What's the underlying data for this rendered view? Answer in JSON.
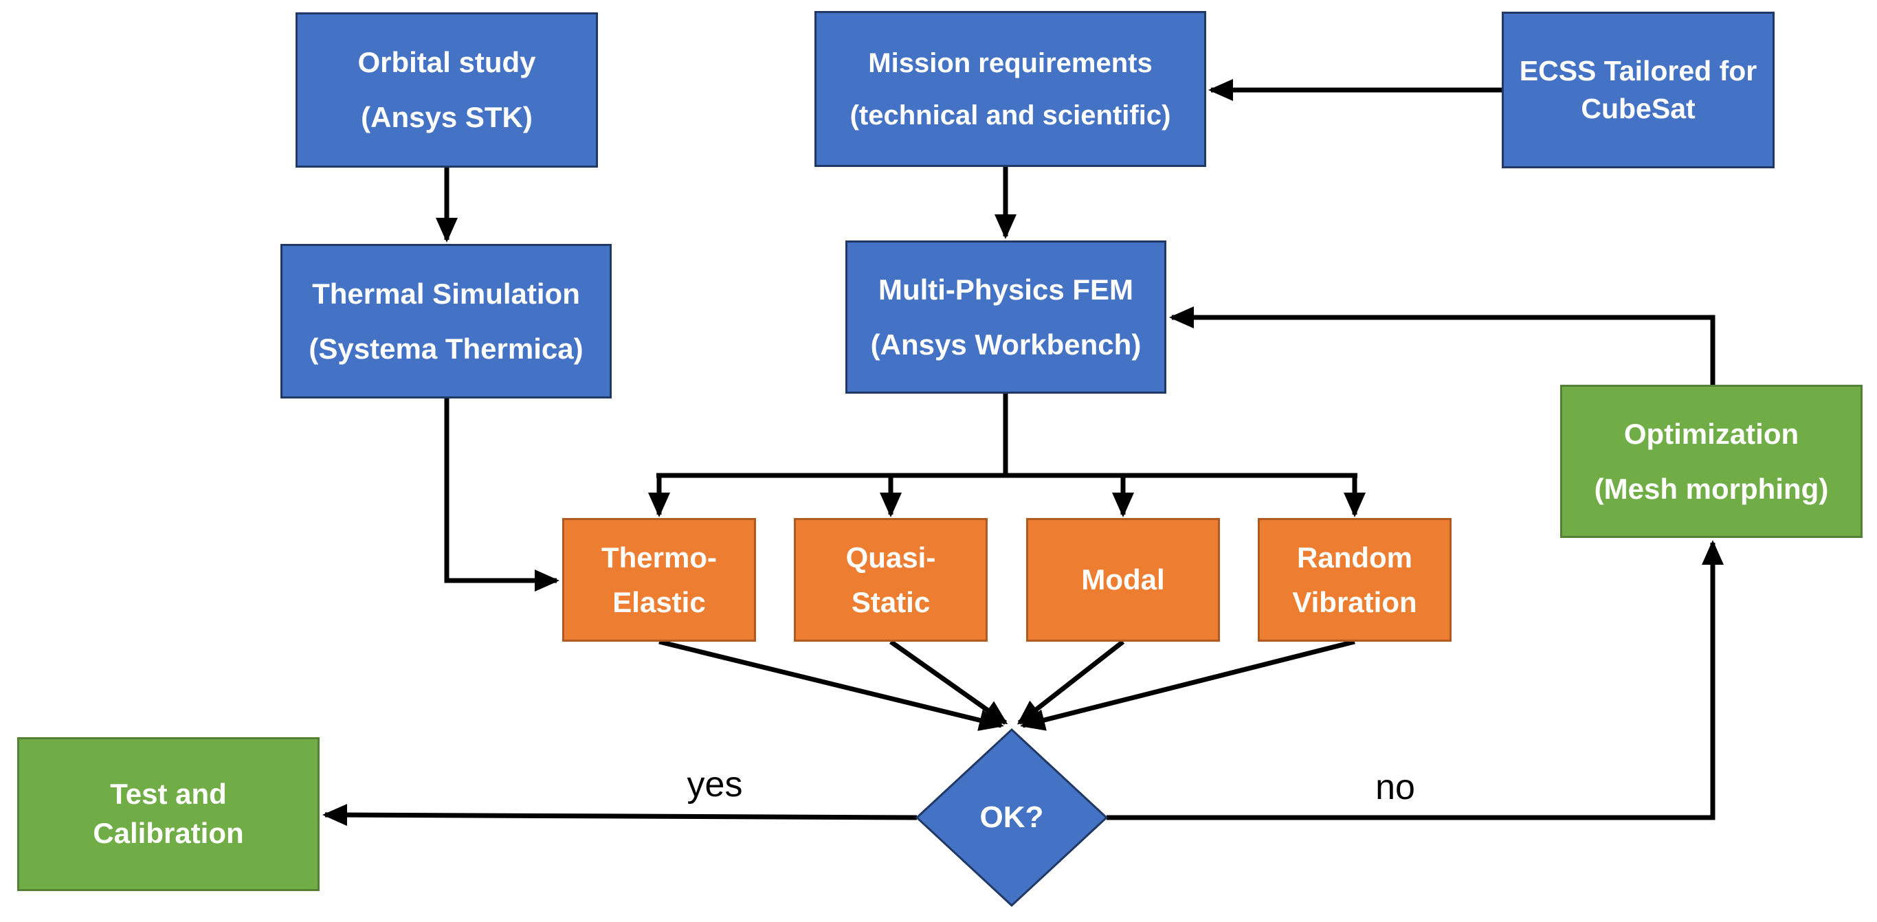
{
  "diagram_title": "CubeSat multi-physics simulation and optimization workflow flowchart",
  "colors": {
    "process_blue_fill": "#4472C4",
    "process_blue_border": "#203864",
    "analysis_orange_fill": "#ED7D31",
    "analysis_orange_border": "#AE5A21",
    "result_green_fill": "#70AD47",
    "result_green_border": "#538135",
    "connector_black": "#000000",
    "node_text_white": "#FFFFFF",
    "edge_label_black": "#000000",
    "background": "#FFFFFF"
  },
  "nodes": {
    "orbital_study": {
      "line1": "Orbital study",
      "line2": "(Ansys STK)",
      "shape": "rectangle",
      "color_role": "process_blue"
    },
    "mission_requirements": {
      "line1": "Mission requirements",
      "line2": "(technical and scientific)",
      "shape": "rectangle",
      "color_role": "process_blue"
    },
    "ecss": {
      "line1": "ECSS Tailored for",
      "line2": "CubeSat",
      "shape": "rectangle",
      "color_role": "process_blue"
    },
    "thermal_simulation": {
      "line1": "Thermal Simulation",
      "line2": "(Systema Thermica)",
      "shape": "rectangle",
      "color_role": "process_blue"
    },
    "multi_physics_fem": {
      "line1": "Multi-Physics FEM",
      "line2": "(Ansys Workbench)",
      "shape": "rectangle",
      "color_role": "process_blue"
    },
    "thermo_elastic": {
      "line1": "Thermo-",
      "line2": "Elastic",
      "shape": "rectangle",
      "color_role": "analysis_orange"
    },
    "quasi_static": {
      "line1": "Quasi-",
      "line2": "Static",
      "shape": "rectangle",
      "color_role": "analysis_orange"
    },
    "modal": {
      "line1": "Modal",
      "shape": "rectangle",
      "color_role": "analysis_orange"
    },
    "random_vibration": {
      "line1": "Random",
      "line2": "Vibration",
      "shape": "rectangle",
      "color_role": "analysis_orange"
    },
    "optimization": {
      "line1": "Optimization",
      "line2": "(Mesh morphing)",
      "shape": "rectangle",
      "color_role": "result_green"
    },
    "decision_ok": {
      "label": "OK?",
      "shape": "diamond",
      "color_role": "process_blue"
    },
    "test_calibration": {
      "line1": "Test and",
      "line2": "Calibration",
      "shape": "rectangle",
      "color_role": "result_green"
    }
  },
  "edge_labels": {
    "yes": "yes",
    "no": "no"
  },
  "edges": [
    {
      "from": "orbital_study",
      "to": "thermal_simulation"
    },
    {
      "from": "ecss",
      "to": "mission_requirements"
    },
    {
      "from": "mission_requirements",
      "to": "multi_physics_fem"
    },
    {
      "from": "thermal_simulation",
      "to": "thermo_elastic"
    },
    {
      "from": "multi_physics_fem",
      "to": "thermo_elastic"
    },
    {
      "from": "multi_physics_fem",
      "to": "quasi_static"
    },
    {
      "from": "multi_physics_fem",
      "to": "modal"
    },
    {
      "from": "multi_physics_fem",
      "to": "random_vibration"
    },
    {
      "from": "thermo_elastic",
      "to": "decision_ok"
    },
    {
      "from": "quasi_static",
      "to": "decision_ok"
    },
    {
      "from": "modal",
      "to": "decision_ok"
    },
    {
      "from": "random_vibration",
      "to": "decision_ok"
    },
    {
      "from": "decision_ok",
      "to": "test_calibration",
      "label": "yes"
    },
    {
      "from": "decision_ok",
      "to": "optimization",
      "label": "no"
    },
    {
      "from": "optimization",
      "to": "multi_physics_fem"
    }
  ]
}
